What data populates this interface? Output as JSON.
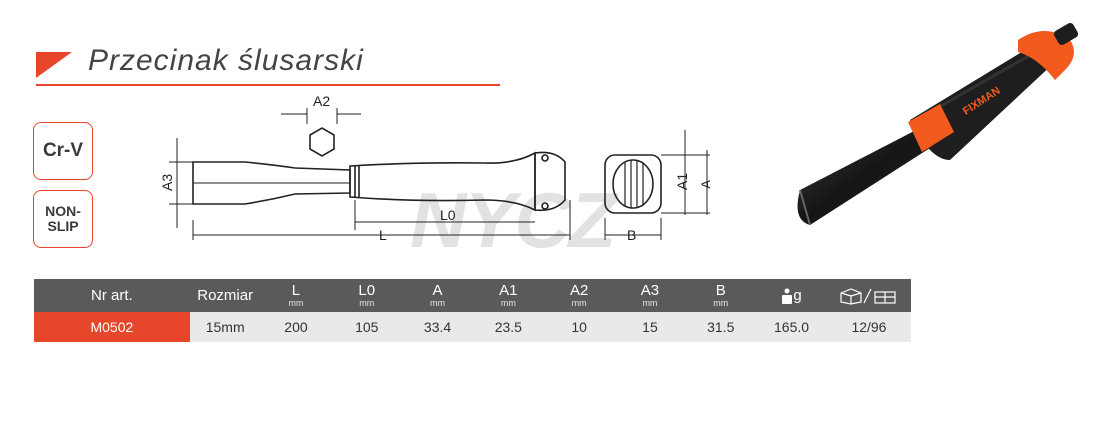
{
  "title": "Przecinak ślusarski",
  "badges": {
    "crv": "Cr-V",
    "nonslip_line1": "NON-",
    "nonslip_line2": "SLIP"
  },
  "watermark": "NYCZ",
  "brand": "FIXMAN",
  "drawing_labels": {
    "a2": "A2",
    "a3": "A3",
    "l0": "L0",
    "l": "L",
    "a1": "A1",
    "a": "A",
    "b": "B"
  },
  "colors": {
    "accent": "#e8462a",
    "header_bg": "#5a5a5a",
    "row_bg": "#e9e9e9"
  },
  "table": {
    "headers": [
      {
        "label": "Nr art.",
        "unit": ""
      },
      {
        "label": "Rozmiar",
        "unit": ""
      },
      {
        "label": "L",
        "unit": "mm"
      },
      {
        "label": "L0",
        "unit": "mm"
      },
      {
        "label": "A",
        "unit": "mm"
      },
      {
        "label": "A1",
        "unit": "mm"
      },
      {
        "label": "A2",
        "unit": "mm"
      },
      {
        "label": "A3",
        "unit": "mm"
      },
      {
        "label": "B",
        "unit": "mm"
      },
      {
        "label": "g",
        "unit": "",
        "icon": "weight-icon"
      },
      {
        "label": "",
        "unit": "",
        "icon": "box-icon"
      }
    ],
    "row": [
      "M0502",
      "15mm",
      "200",
      "105",
      "33.4",
      "23.5",
      "10",
      "15",
      "31.5",
      "165.0",
      "12/96"
    ]
  }
}
